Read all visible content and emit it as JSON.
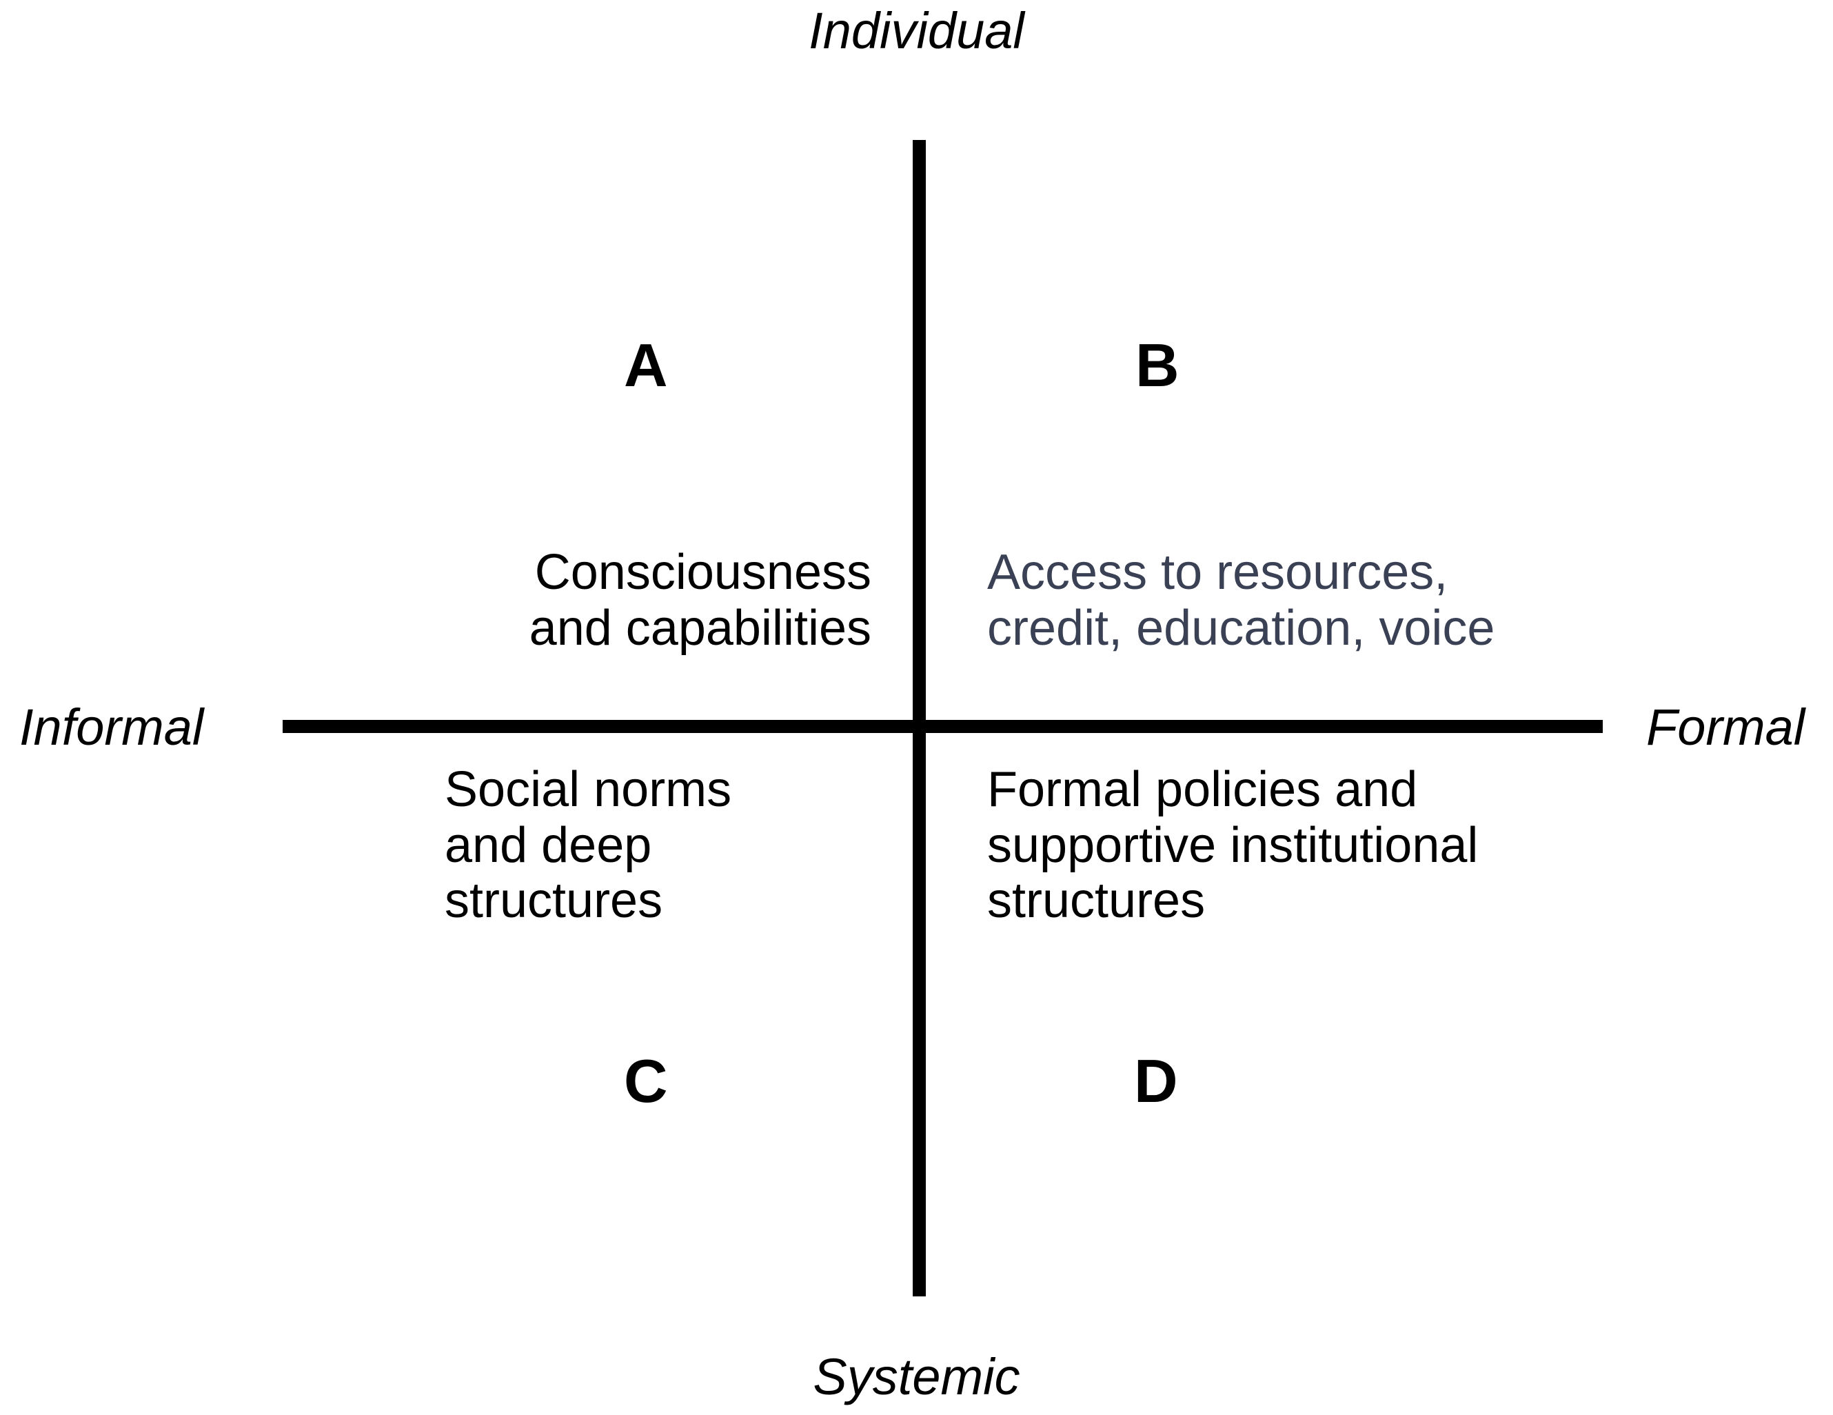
{
  "diagram": {
    "type": "2x2-quadrant-matrix",
    "axes": {
      "vertical": {
        "top_label": "Individual",
        "bottom_label": "Systemic"
      },
      "horizontal": {
        "left_label": "Informal",
        "right_label": "Formal"
      }
    },
    "quadrants": [
      {
        "letter": "A",
        "position": "top-left",
        "text": "Consciousness\nand capabilities",
        "color": "#000000"
      },
      {
        "letter": "B",
        "position": "top-right",
        "text": "Access to resources,\ncredit, education, voice",
        "color": "#3a4155"
      },
      {
        "letter": "C",
        "position": "bottom-left",
        "text": "Social norms\nand deep\nstructures",
        "color": "#000000"
      },
      {
        "letter": "D",
        "position": "bottom-right",
        "text": "Formal policies and\nsupportive institutional\nstructures",
        "color": "#000000"
      }
    ],
    "colors": {
      "axis": "#000000",
      "background": "#ffffff",
      "text_primary": "#000000",
      "text_accent": "#3a4155"
    }
  }
}
